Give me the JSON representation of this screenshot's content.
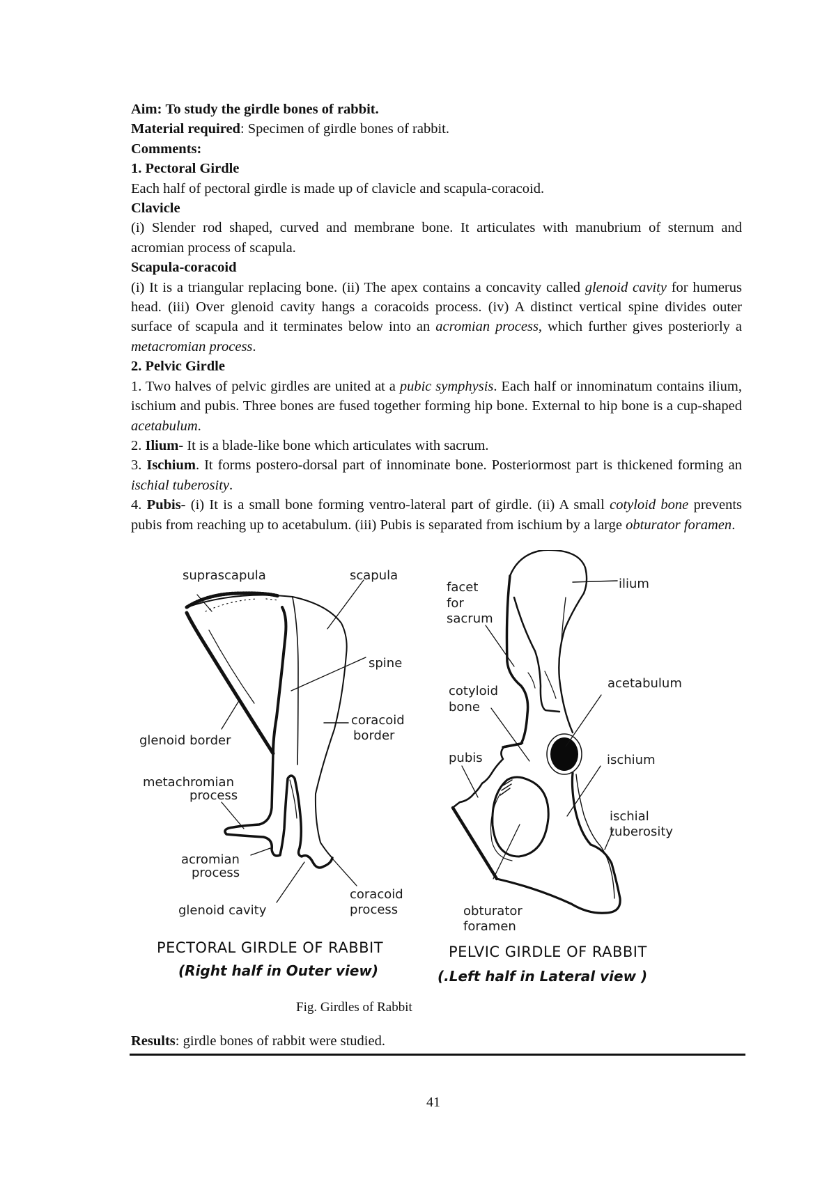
{
  "aim": {
    "label": "Aim:",
    "text": "To study the girdle bones of rabbit."
  },
  "material": {
    "label": "Material required",
    "text": ": Specimen of girdle bones of rabbit."
  },
  "comments_label": "Comments:",
  "pectoral": {
    "heading": "1. Pectoral Girdle",
    "intro": "Each half of pectoral girdle is made up of clavicle and scapula-coracoid.",
    "clavicle": {
      "heading": "Clavicle",
      "text": "(i) Slender rod shaped, curved and membrane bone. It articulates with manubrium of sternum and acromian process of scapula."
    },
    "scapula": {
      "heading": "Scapula-coracoid",
      "t1": "(i) It is a triangular replacing bone. (ii) The apex contains a concavity called ",
      "t1_em": "glenoid cavity",
      "t2": " for humerus head. (iii) Over glenoid cavity hangs a coracoids process. (iv) A distinct vertical spine divides outer surface of scapula and it terminates below into an ",
      "t2_em": "acromian process",
      "t3": ", which further gives posteriorly a ",
      "t3_em": "metacromian process",
      "t4": "."
    }
  },
  "pelvic": {
    "heading": "2. Pelvic Girdle",
    "p1": {
      "a": "1. Two halves of pelvic girdles are united at a ",
      "a_em": "pubic symphysis",
      "b": ". Each half or innominatum contains ilium, ischium and pubis. Three bones are fused together forming hip bone. External to hip bone is a cup-shaped ",
      "b_em": "acetabulum",
      "c": "."
    },
    "p2": {
      "num": "2. ",
      "label": "Ilium-",
      "text": " It is a blade-like bone which articulates with sacrum."
    },
    "p3": {
      "num": "3. ",
      "label": "Ischium",
      "text": ". It forms postero-dorsal part of innominate bone. Posteriormost part is thickened forming an ",
      "em": "ischial tuberosity",
      "end": "."
    },
    "p4": {
      "num": "4. ",
      "label": "Pubis-",
      "a": " (i) It is a small bone forming ventro-lateral part of girdle. (ii) A small ",
      "a_em": "cotyloid bone",
      "b": " prevents pubis from reaching up to acetabulum. (iii) Pubis is separated from ischium by a large ",
      "b_em": "obturator foramen",
      "c": "."
    }
  },
  "figure": {
    "pectoral": {
      "labels": {
        "suprascapula": "suprascapula",
        "scapula": "scapula",
        "spine": "spine",
        "coracoid_border_1": "coracoid",
        "coracoid_border_2": "border",
        "glenoid_border": "glenoid border",
        "metachromian_1": "metachromian",
        "metachromian_2": "process",
        "acromian_1": "acromian",
        "acromian_2": "process",
        "glenoid_cavity": "glenoid cavity",
        "coracoid_process_1": "coracoid",
        "coracoid_process_2": "process"
      },
      "title": "PECTORAL GIRDLE OF  RABBIT",
      "subtitle": "(Right half  in  Outer view)"
    },
    "pelvic": {
      "labels": {
        "facet_1": "facet",
        "facet_2": "for",
        "facet_3": "sacrum",
        "ilium": "ilium",
        "acetabulum": "acetabulum",
        "cotyloid_1": "cotyloid",
        "cotyloid_2": "bone",
        "pubis": "pubis",
        "ischium": "ischium",
        "ischial_1": "ischial",
        "ischial_2": "tuberosity",
        "obturator_1": "obturator",
        "obturator_2": "foramen"
      },
      "title": "PELVIC GIRDLE OF RABBIT",
      "subtitle": "(.Left half   in   Lateral view )"
    },
    "caption": "Fig. Girdles of Rabbit"
  },
  "results": {
    "label": "Results",
    "text": ": girdle bones of rabbit were studied."
  },
  "page_number": "41"
}
